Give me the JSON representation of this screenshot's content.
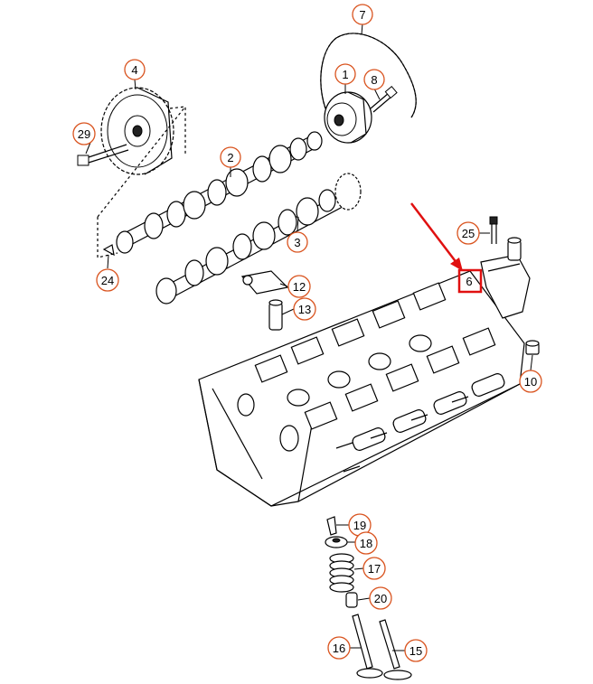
{
  "callouts": [
    {
      "id": "c1",
      "label": "1"
    },
    {
      "id": "c2",
      "label": "2"
    },
    {
      "id": "c3",
      "label": "3"
    },
    {
      "id": "c4",
      "label": "4"
    },
    {
      "id": "c6",
      "label": "6"
    },
    {
      "id": "c7",
      "label": "7"
    },
    {
      "id": "c8",
      "label": "8"
    },
    {
      "id": "c10",
      "label": "10"
    },
    {
      "id": "c12",
      "label": "12"
    },
    {
      "id": "c13",
      "label": "13"
    },
    {
      "id": "c15",
      "label": "15"
    },
    {
      "id": "c16",
      "label": "16"
    },
    {
      "id": "c17",
      "label": "17"
    },
    {
      "id": "c18",
      "label": "18"
    },
    {
      "id": "c19",
      "label": "19"
    },
    {
      "id": "c20",
      "label": "20"
    },
    {
      "id": "c24",
      "label": "24"
    },
    {
      "id": "c25",
      "label": "25"
    },
    {
      "id": "c29",
      "label": "29"
    }
  ],
  "colors": {
    "callout_ring": "#d9531e",
    "highlight": "#e01010",
    "line": "#000000"
  },
  "highlighted_callout": "6"
}
